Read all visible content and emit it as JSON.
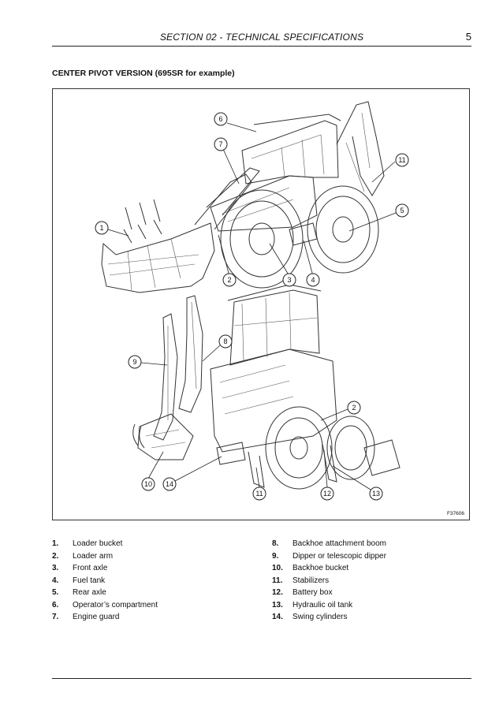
{
  "header": {
    "title": "SECTION 02 - TECHNICAL SPECIFICATIONS",
    "page_number": "5"
  },
  "section_heading": "CENTER PIVOT VERSION (695SR for example)",
  "figure": {
    "figure_id": "F37606",
    "callouts_top": [
      "1",
      "2",
      "3",
      "4",
      "5",
      "6",
      "7",
      "11"
    ],
    "callouts_bottom": [
      "2",
      "8",
      "9",
      "10",
      "11",
      "12",
      "13",
      "14"
    ]
  },
  "legend": {
    "left": [
      {
        "num": "1.",
        "label": "Loader bucket"
      },
      {
        "num": "2.",
        "label": "Loader arm"
      },
      {
        "num": "3.",
        "label": "Front axle"
      },
      {
        "num": "4.",
        "label": "Fuel tank"
      },
      {
        "num": "5.",
        "label": "Rear axle"
      },
      {
        "num": "6.",
        "label": "Operator’s compartment"
      },
      {
        "num": "7.",
        "label": "Engine guard"
      }
    ],
    "right": [
      {
        "num": "8.",
        "label": "Backhoe attachment boom"
      },
      {
        "num": "9.",
        "label": "Dipper or telescopic dipper"
      },
      {
        "num": "10.",
        "label": "Backhoe bucket"
      },
      {
        "num": "11.",
        "label": "Stabilizers"
      },
      {
        "num": "12.",
        "label": "Battery box"
      },
      {
        "num": "13.",
        "label": "Hydraulic oil tank"
      },
      {
        "num": "14.",
        "label": "Swing cylinders"
      }
    ]
  }
}
